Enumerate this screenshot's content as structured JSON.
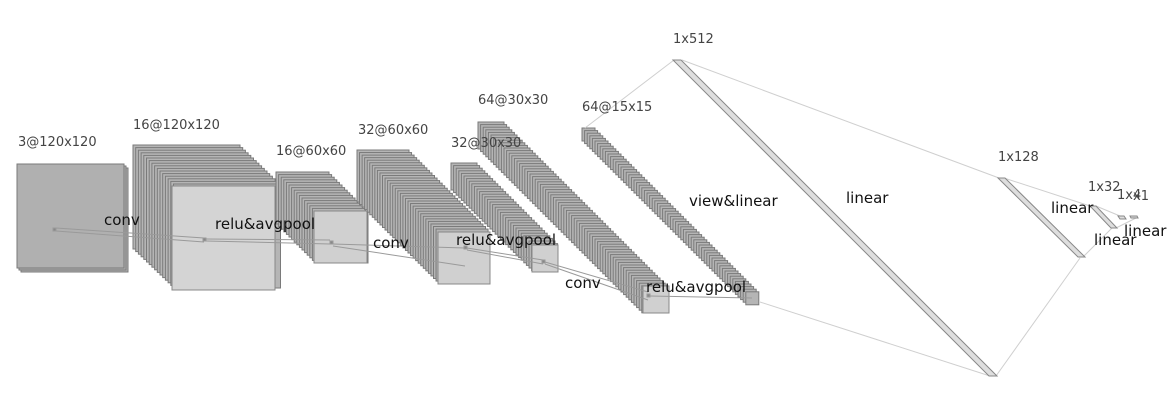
{
  "diagram": {
    "layers": {
      "input": {
        "dims": "3@120x120"
      },
      "conv1": {
        "dims": "16@120x120"
      },
      "pool1": {
        "dims": "16@60x60"
      },
      "conv2": {
        "dims": "32@60x60"
      },
      "pool2": {
        "dims": "32@30x30"
      },
      "conv3": {
        "dims": "64@30x30"
      },
      "pool3": {
        "dims": "64@15x15"
      },
      "fc1": {
        "dims": "1x512"
      },
      "fc2": {
        "dims": "1x128"
      },
      "fc3": {
        "dims": "1x32"
      },
      "out": {
        "dims": "1x4"
      },
      "out2": {
        "dims": "x1"
      }
    },
    "ops": {
      "conv1": "conv",
      "pool1": "relu&avgpool",
      "conv2": "conv",
      "pool2": "relu&avgpool",
      "conv3": "conv",
      "pool3": "relu&avgpool",
      "flatten": "view&linear",
      "fc_a": "linear",
      "fc_b": "linear",
      "fc_c": "linear",
      "fc_d": "linear"
    },
    "colors": {
      "map_fill": "#b5b5b5",
      "map_fill_light": "#d0d0d0",
      "map_stroke": "#7a7a7a",
      "connector": "#bdbdbd"
    }
  }
}
